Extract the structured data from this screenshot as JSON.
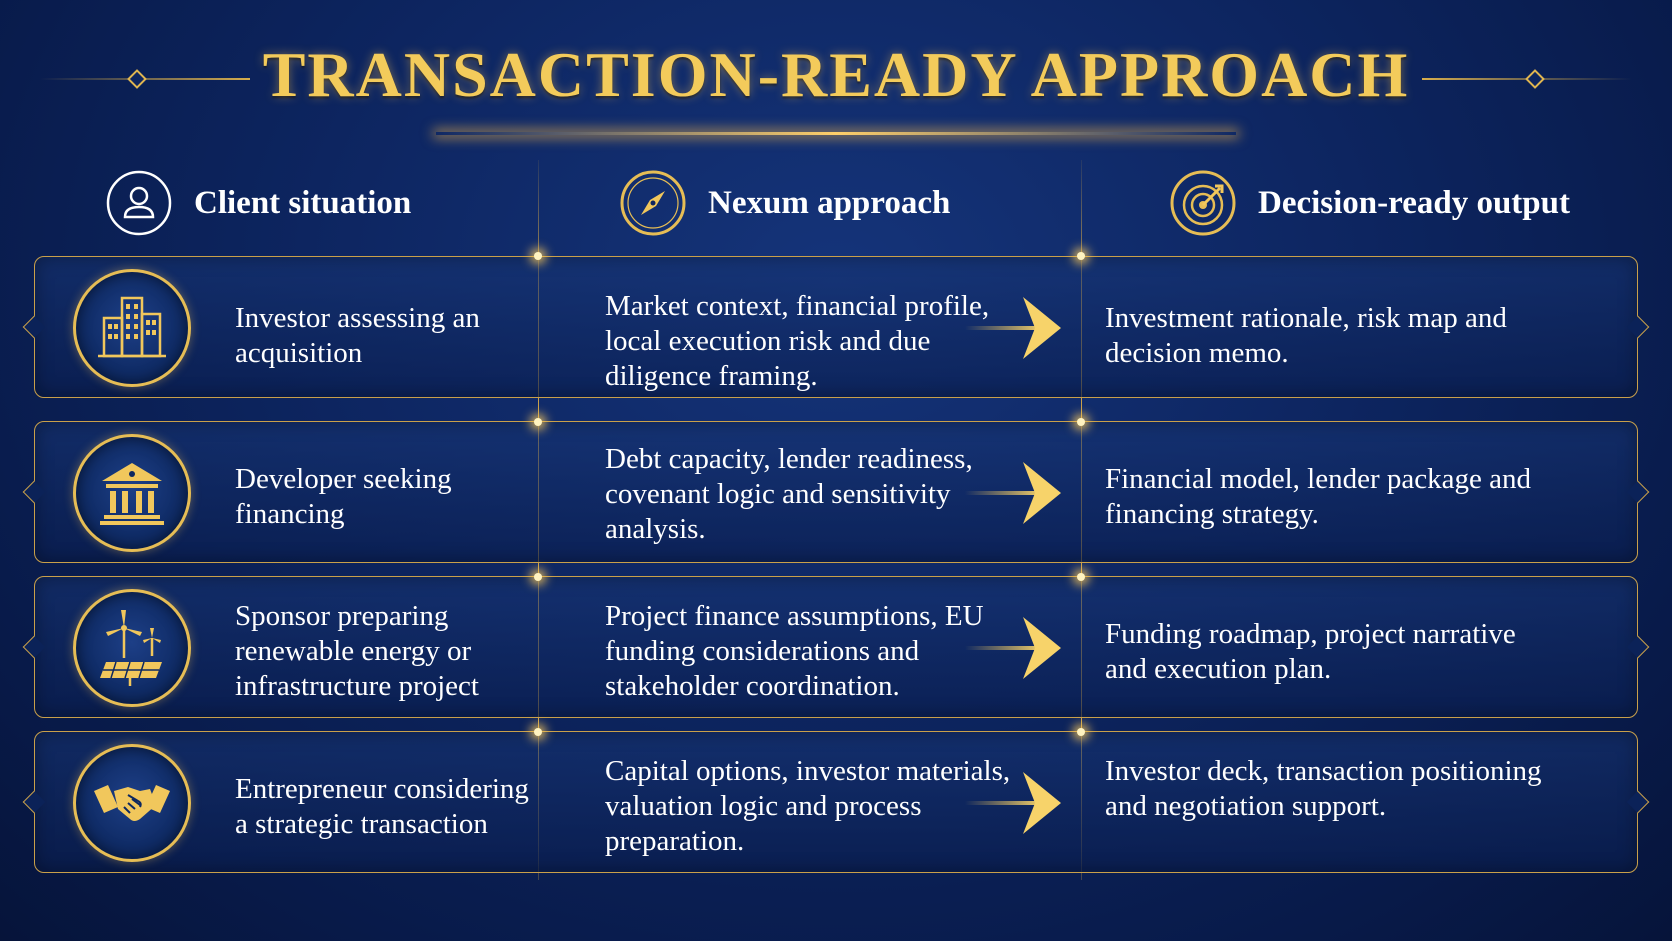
{
  "title": "TRANSACTION-READY APPROACH",
  "headers": [
    {
      "label": "Client situation",
      "icon": "person-icon"
    },
    {
      "label": "Nexum approach",
      "icon": "compass-icon"
    },
    {
      "label": "Decision-ready output",
      "icon": "target-icon"
    }
  ],
  "rows": [
    {
      "icon": "buildings-icon",
      "situation": "Investor assessing an acquisition",
      "approach": "Market context, financial profile, local execution risk and due diligence framing.",
      "output": "Investment rationale, risk map and decision memo."
    },
    {
      "icon": "bank-icon",
      "situation": "Developer seeking financing",
      "approach": "Debt capacity, lender readiness, covenant logic and sensitivity analysis.",
      "output": "Financial model, lender package and financing strategy."
    },
    {
      "icon": "renewable-energy-icon",
      "situation": "Sponsor preparing renewable energy or infrastructure project",
      "approach": "Project finance assumptions, EU funding considerations and stakeholder coordination.",
      "output": "Funding roadmap, project narrative and execution plan."
    },
    {
      "icon": "handshake-icon",
      "situation": "Entrepreneur considering a strategic transaction",
      "approach": "Capital options, investor materials, valuation logic and process preparation.",
      "output": "Investor deck, transaction positioning and negotiation support."
    }
  ],
  "colors": {
    "gold": "#e6bd55",
    "background": "#0d2560",
    "text": "#ffffff"
  }
}
